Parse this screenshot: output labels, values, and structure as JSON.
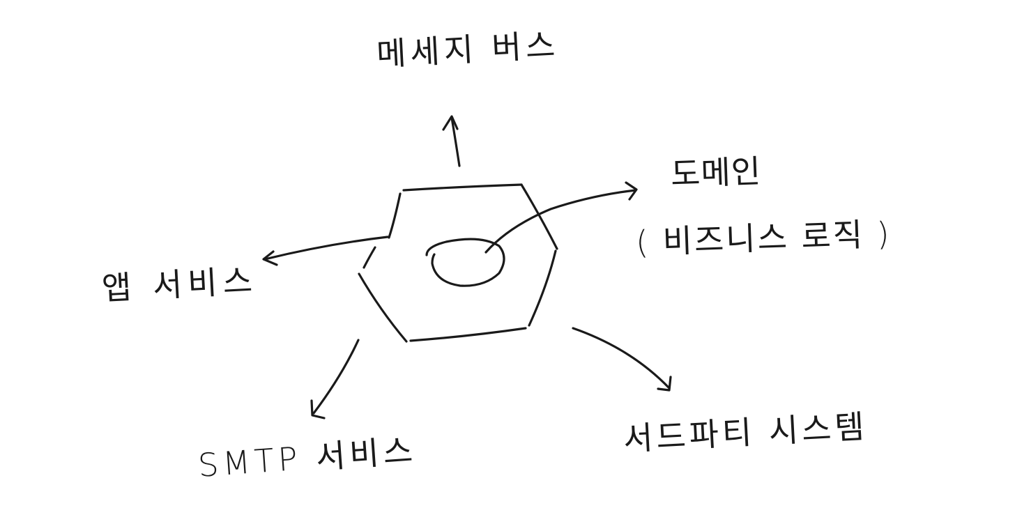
{
  "diagram": {
    "labels": {
      "message_bus": "메세지 버스",
      "domain": "도메인",
      "domain_sub": "( 비즈니스 로직 )",
      "app_service": "앱 서비스",
      "smtp_service": "SMTP 서비스",
      "third_party": "서드파티 시스템"
    }
  }
}
